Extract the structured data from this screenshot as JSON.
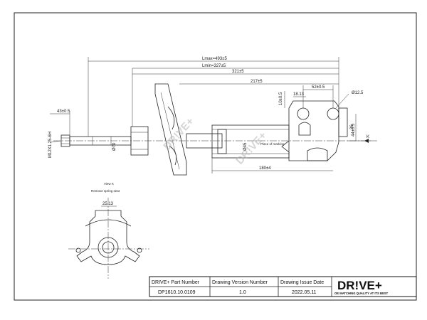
{
  "dimensions": {
    "lmax": "Lmax=493±5",
    "lmin": "Lmin=327±5",
    "d321": "321±5",
    "d217": "217±5",
    "d52": "52±0.5",
    "d18": "18.13",
    "d10": "10±0.5",
    "d12": "Ø12.5",
    "d43": "43±0.5",
    "thread": "M12X1.25-6H",
    "d70": "Ø70",
    "d45": "Ø45",
    "d180": "180±4",
    "d44": "44±0.5",
    "d25": "25.13",
    "place_of_marking": "Place of marking",
    "k_label": "K",
    "d26": "26"
  },
  "view": {
    "title": "View K",
    "subtitle": "Remove spring seat"
  },
  "watermark": "DR!VE+",
  "title_block": {
    "headers": [
      "DRIVE+ Part Number",
      "Drawing Version  Number",
      "Drawing Issue Date"
    ],
    "values": [
      "DP1610.10.0109",
      "1.0",
      "2022.05.11"
    ],
    "brand": "DR!VE+",
    "slogan": "OE MATCHING QUALITY AT ITS BEST"
  }
}
